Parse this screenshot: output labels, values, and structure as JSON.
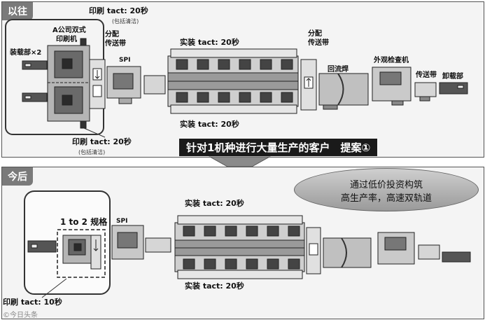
{
  "before": {
    "title": "以往",
    "print_tact_top": "印刷 tact: 20秒",
    "print_clean_top": "(包括清洁)",
    "printer_label_1": "A公司双式",
    "printer_label_2": "印刷机",
    "loader_label": "装载部×2",
    "dist_conveyor_1": "分配\n传送带",
    "spi_label": "SPI",
    "mount_tact_top": "实装 tact: 20秒",
    "dist_conveyor_2": "分配\n传送带",
    "reflow_label": "回流焊",
    "aoi_label": "外观检查机",
    "conveyor_label": "传送带",
    "unloader_label": "卸载部",
    "mount_tact_bottom": "实装 tact: 20秒",
    "print_tact_bottom": "印刷 tact: 20秒",
    "print_clean_bottom": "(包括清洁)",
    "banner": "针对1机种进行大量生产的客户　提案①"
  },
  "after": {
    "title": "今后",
    "bubble_line1": "通过低价投资构筑",
    "bubble_line2": "高生产率，高速双轨道",
    "spec_label": "1 to 2 规格",
    "spi_label": "SPI",
    "mount_tact_top": "实装 tact: 20秒",
    "mount_tact_bottom": "实装 tact: 20秒",
    "print_tact": "印刷 tact: 10秒"
  },
  "watermark": "©今日头条"
}
